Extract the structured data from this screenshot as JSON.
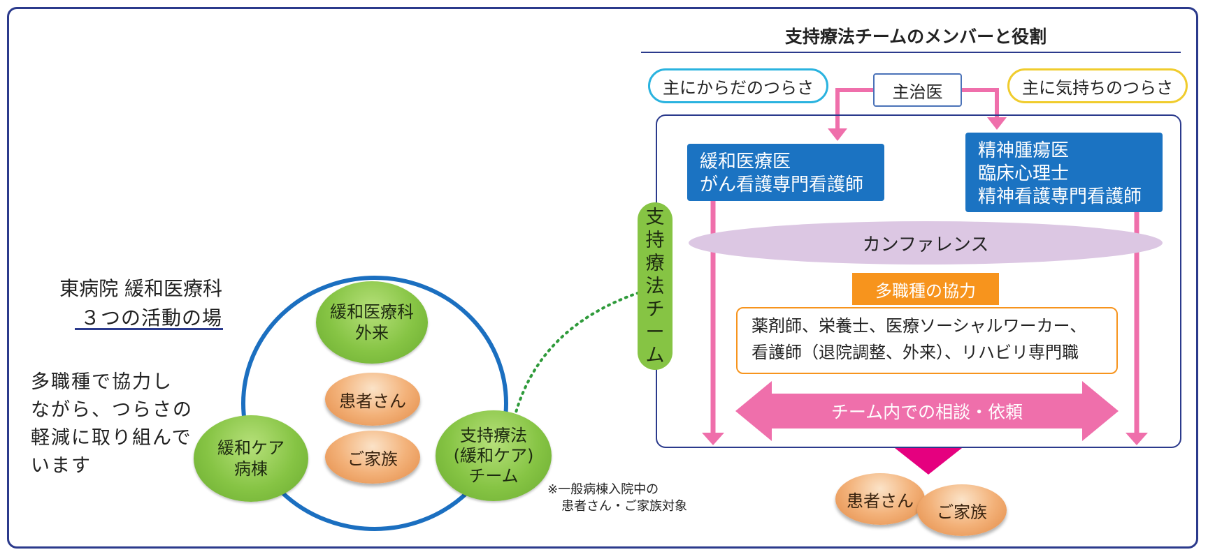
{
  "left": {
    "dept_name": "東病院 緩和医療科",
    "dept_subtitle": "３つの活動の場",
    "description_lines": [
      "多職種で協力し",
      "ながら、つらさの",
      "軽減に取り組んで",
      "います"
    ],
    "nodes": {
      "outpatient": [
        "緩和医療科",
        "外来"
      ],
      "ward": [
        "緩和ケア",
        "病棟"
      ],
      "team": [
        "支持療法",
        "(緩和ケア)",
        "チーム"
      ]
    },
    "center": {
      "patient": "患者さん",
      "family": "ご家族"
    },
    "note_lines": [
      "※一般病棟入院中の",
      "患者さん・ご家族対象"
    ]
  },
  "right": {
    "title": "支持療法チームのメンバーと役割",
    "body_label": "主にからだのつらさ",
    "mind_label": "主に気持ちのつらさ",
    "attending": "主治医",
    "body_roles": [
      "緩和医療医",
      "がん看護専門看護師"
    ],
    "mind_roles": [
      "精神腫瘍医",
      "臨床心理士",
      "精神看護専門看護師"
    ],
    "team_vertical": [
      "支",
      "持",
      "療",
      "法",
      "チ",
      "ー",
      "ム"
    ],
    "conference": "カンファレンス",
    "cooperation": "多職種の協力",
    "staff_lines": [
      "薬剤師、栄養士、医療ソーシャルワーカー、",
      "看護師（退院調整、外来）、リハビリ専門職"
    ],
    "consult": "チーム内での相談・依頼",
    "patient": "患者さん",
    "family": "ご家族"
  },
  "colors": {
    "frame": "#2b3a8c",
    "green": "#86c444",
    "blue_box": "#1b73c2",
    "pink": "#ef6fab",
    "magenta": "#e5007f",
    "orange": "#f7941d",
    "cyan": "#2ab3df",
    "yellow": "#f0cc2d",
    "lavender": "#dcc7e3",
    "ring": "#1b6fc0"
  }
}
